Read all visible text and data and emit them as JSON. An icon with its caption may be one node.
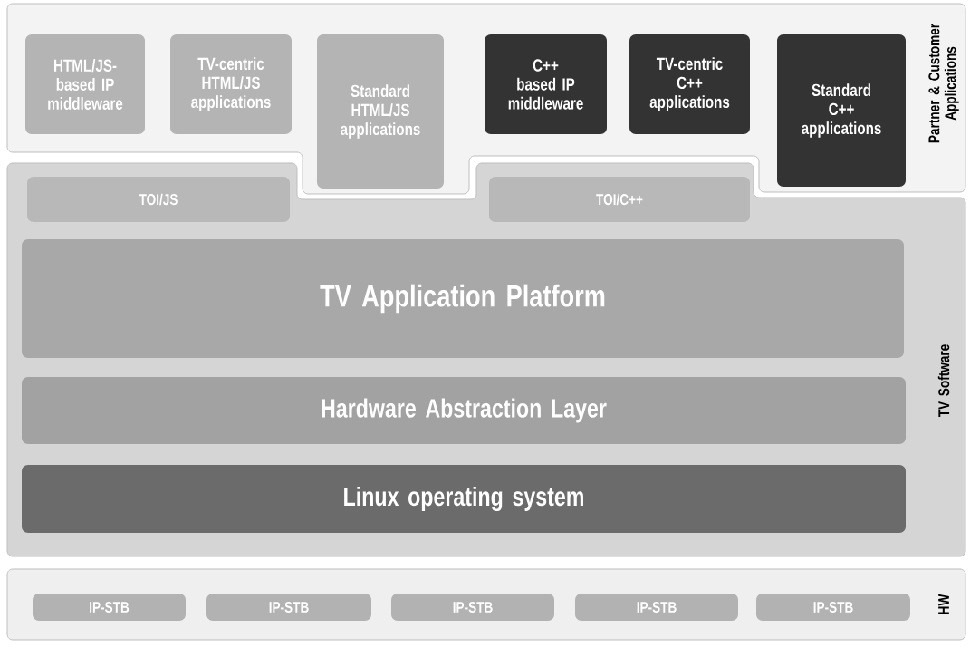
{
  "diagram": {
    "nodes": [
      {
        "text": [
          "Partner & Customer Applications"
        ]
      },
      {
        "text": [
          "HTML/JS- based IP middleware"
        ],
        "in": 0
      },
      {
        "text": [
          "TV-centric HTML/JS applications"
        ],
        "in": 0
      },
      {
        "text": [
          "Standard HTML/JS applications"
        ],
        "in": 0
      },
      {
        "text": [
          "C++ based IP middleware"
        ],
        "in": 0
      },
      {
        "text": [
          "TV-centric C++ applications"
        ],
        "in": 0
      },
      {
        "text": [
          "Standard C++ applications"
        ],
        "in": 0
      },
      {
        "text": [
          "TV Software"
        ]
      },
      {
        "text": [
          "TOI/JS"
        ],
        "in": 7
      },
      {
        "text": [
          "TOI/C++"
        ],
        "in": 7
      },
      {
        "text": [
          "TV Application Platform"
        ],
        "in": 7
      },
      {
        "text": [
          "Hardware Abstraction Layer"
        ],
        "in": 7
      },
      {
        "text": [
          "Linux operating system"
        ],
        "in": 7
      },
      {
        "text": [
          "HW"
        ]
      },
      {
        "text": [
          "IP-STB"
        ],
        "in": 13
      },
      {
        "text": [
          "IP-STB"
        ],
        "in": 13
      },
      {
        "text": [
          "IP-STB"
        ],
        "in": 13
      },
      {
        "text": [
          "IP-STB"
        ],
        "in": 13
      },
      {
        "text": [
          "IP-STB"
        ],
        "in": 13
      }
    ]
  }
}
